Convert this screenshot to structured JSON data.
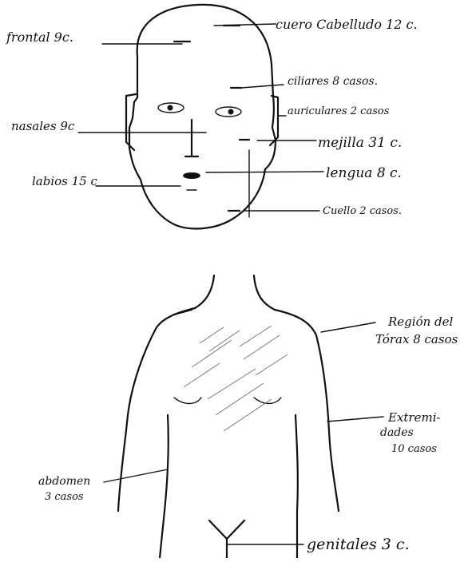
{
  "head_labels": {
    "cuero_cabelludo": "cuero Cabelludo 12 c.",
    "frontal": "frontal 9c.",
    "ciliares": "ciliares 8 casos.",
    "auriculares": "auriculares 2 casos",
    "nasales": "nasales 9c",
    "mejilla": "mejilla 31 c.",
    "labios": "labios 15 c",
    "lengua": "lengua 8 c.",
    "cuello": "Cuello 2 casos."
  },
  "body_labels": {
    "torax_line1": "Región del",
    "torax_line2": "Tórax 8 casos",
    "extremidades_line1": "Extremi-",
    "extremidades_line2": "dades",
    "extremidades_line3": "10 casos",
    "abdomen_line1": "abdomen",
    "abdomen_line2": "3 casos",
    "genitales": "genitales 3 c."
  }
}
